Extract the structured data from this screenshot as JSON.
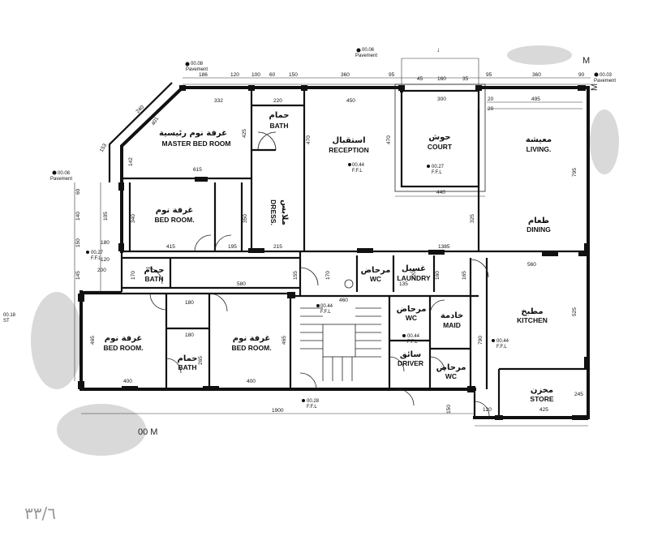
{
  "rooms": [
    {
      "id": "master",
      "ar": "غرفة نوم رئيسية",
      "en": "MASTER BED ROOM"
    },
    {
      "id": "bath1",
      "ar": "حمام",
      "en": "BATH"
    },
    {
      "id": "reception",
      "ar": "استقبال",
      "en": "RECEPTION"
    },
    {
      "id": "court",
      "ar": "حوش",
      "en": "COURT"
    },
    {
      "id": "living",
      "ar": "معيشة",
      "en": "LIVING."
    },
    {
      "id": "bed1",
      "ar": "غرفة نوم",
      "en": "BED ROOM."
    },
    {
      "id": "dress",
      "ar": "ملابس",
      "en": "DRESS."
    },
    {
      "id": "dining",
      "ar": "طعام",
      "en": "DINING"
    },
    {
      "id": "bath2",
      "ar": "حمام",
      "en": "BATH"
    },
    {
      "id": "wc1",
      "ar": "مرحاض",
      "en": "WC"
    },
    {
      "id": "laundry",
      "ar": "غسيل",
      "en": "LAUNDRY"
    },
    {
      "id": "bed2",
      "ar": "غرفة نوم",
      "en": "BED ROOM."
    },
    {
      "id": "bed3",
      "ar": "غرفة نوم",
      "en": "BED ROOM."
    },
    {
      "id": "bath3",
      "ar": "حمام",
      "en": "BATH"
    },
    {
      "id": "wc2",
      "ar": "مرحاض",
      "en": "WC"
    },
    {
      "id": "maid",
      "ar": "خادمة",
      "en": "MAID"
    },
    {
      "id": "driver",
      "ar": "سائق",
      "en": "DRIVER"
    },
    {
      "id": "wc3",
      "ar": "مرحاض",
      "en": "WC"
    },
    {
      "id": "kitchen",
      "ar": "مطبخ",
      "en": "KITCHEN"
    },
    {
      "id": "store",
      "ar": "مخزن",
      "en": "STORE"
    }
  ],
  "levels": {
    "pav1": {
      "v": "00.08",
      "t": "Pavement"
    },
    "pav2": {
      "v": "00.06",
      "t": "Pavement"
    },
    "pav3": {
      "v": "00.03",
      "t": "Pavement"
    },
    "pav4": {
      "v": "00.08",
      "t": "Pavement"
    },
    "lvl_left": {
      "v": "00.18",
      "t": "ST"
    },
    "lvl_left2": {
      "v": "00.27",
      "t": "F.F.L"
    },
    "ffl1": {
      "v": "00.44",
      "t": "F.F.L"
    },
    "ffl2": {
      "v": "00.27",
      "t": "F.F.L"
    },
    "ffl3": {
      "v": "00.44",
      "t": "F.F.L"
    },
    "ffl4": {
      "v": "00.44",
      "t": "F.F.L"
    },
    "ffl5": {
      "v": "00.44",
      "t": "F.F.L"
    },
    "ffl6": {
      "v": "00.28",
      "t": "F.F.L"
    }
  },
  "dims": {
    "t186": "186",
    "t120": "120",
    "t100": "100",
    "t60": "60",
    "t150": "150",
    "t360a": "360",
    "t95a": "95",
    "t45": "45",
    "t160": "160",
    "t35": "35",
    "t95b": "95",
    "t360b": "360",
    "t90": "90",
    "t332": "332",
    "t220": "220",
    "t450": "450",
    "t495": "495",
    "t300": "300",
    "t20a": "20",
    "t20b": "20",
    "t425": "425",
    "t615": "615",
    "t470a": "470",
    "t470b": "470",
    "t440": "440",
    "t795": "795",
    "t325": "325",
    "t340": "340",
    "t350": "350",
    "t415": "415",
    "t195": "195",
    "t215": "215",
    "t1385": "1385",
    "t560": "560",
    "t580": "580",
    "t170a": "170",
    "t155": "155",
    "t170b": "170",
    "t135": "135",
    "t165": "165",
    "t160b": "160",
    "t120b": "120",
    "t460": "460",
    "t525": "525",
    "t790": "790",
    "t465a": "465",
    "t180a": "180",
    "t180b": "180",
    "t265": "265",
    "t465b": "465",
    "t400a": "400",
    "t400b": "400",
    "t1900": "1900",
    "t425b": "425",
    "t245": "245",
    "t150b": "150",
    "t120c": "120",
    "t240": "240",
    "t401": "401",
    "t153": "153",
    "t142": "142",
    "t60b": "60",
    "t140": "140",
    "t150c": "150",
    "t200": "200",
    "t145": "145",
    "t105": "105",
    "t180c": "180",
    "t120d": "120"
  },
  "marks": {
    "m_top": "M",
    "m_right": "M",
    "m_bottom": "00 M",
    "north": "↓",
    "page_no": "٣٣/٦"
  }
}
